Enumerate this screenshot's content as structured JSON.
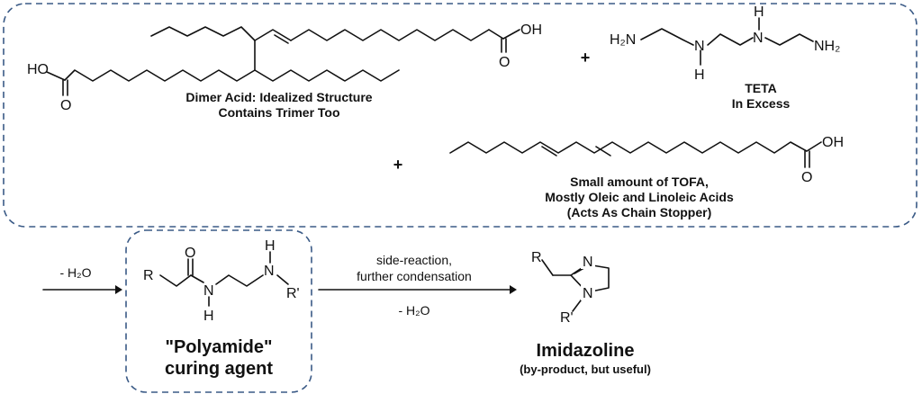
{
  "dimer_acid": {
    "line1": "Dimer Acid: Idealized Structure",
    "line2": "Contains Trimer Too"
  },
  "teta": {
    "line1": "TETA",
    "line2": "In Excess"
  },
  "tofa": {
    "line1": "Small amount of TOFA,",
    "line2": "Mostly Oleic and Linoleic Acids",
    "line3": "(Acts As Chain Stopper)"
  },
  "plus1": "+",
  "plus2": "+",
  "arrow1": {
    "label": "- H₂O"
  },
  "arrow2": {
    "label_top1": "side-reaction,",
    "label_top2": "further condensation",
    "label_bottom": "- H₂O"
  },
  "polyamide": {
    "line1": "\"Polyamide\"",
    "line2": "curing agent"
  },
  "imidazoline": {
    "title": "Imidazoline",
    "subtitle": "(by-product, but useful)"
  },
  "atoms": {
    "oh": "OH",
    "o": "O",
    "hooc_ho": "HO",
    "h2n": "H₂N",
    "nh2": "NH₂",
    "n": "N",
    "h": "H",
    "r": "R",
    "rprime": "R'"
  },
  "colors": {
    "box_border": "#3a5a86",
    "ink": "#111111"
  }
}
